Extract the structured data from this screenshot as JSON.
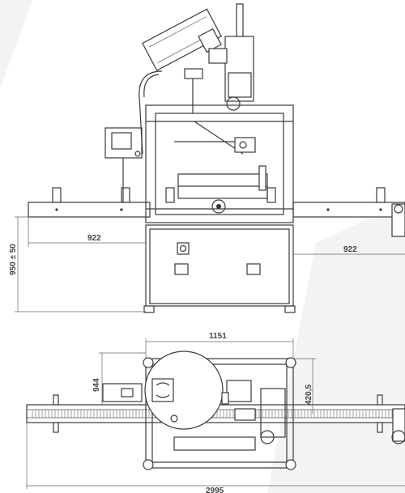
{
  "dimensions": {
    "left_conveyor": "922",
    "right_conveyor": "922",
    "height": "950 ± 50",
    "top_width": "1151",
    "top_depth": "944",
    "top_offset": "420,5",
    "total_length": "2995"
  },
  "colors": {
    "background": "#ffffff",
    "line": "#3a3a3a",
    "shade": "#f2f2f2"
  }
}
